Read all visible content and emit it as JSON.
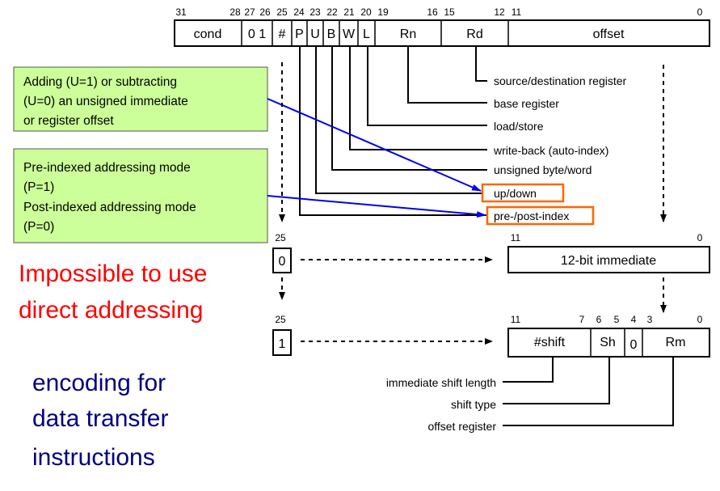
{
  "instruction_word": {
    "fields": [
      {
        "label": "cond"
      },
      {
        "label": "0 1"
      },
      {
        "label": "#"
      },
      {
        "label": "P"
      },
      {
        "label": "U"
      },
      {
        "label": "B"
      },
      {
        "label": "W"
      },
      {
        "label": "L"
      },
      {
        "label": "Rn"
      },
      {
        "label": "Rd"
      },
      {
        "label": "offset"
      }
    ],
    "bit_numbers": [
      "31",
      "28",
      "27",
      "26",
      "25",
      "24",
      "23",
      "22",
      "21",
      "20",
      "19",
      "16",
      "15",
      "12",
      "11",
      "0"
    ]
  },
  "field_descriptions": [
    "source/destination register",
    "base register",
    "load/store",
    "write-back (auto-index)",
    "unsigned byte/word",
    "up/down",
    "pre-/post-index"
  ],
  "notes": {
    "up_down_lines": [
      "Adding (U=1) or subtracting",
      "(U=0) an unsigned immediate",
      "or register offset"
    ],
    "pre_post_lines": [
      "Pre-indexed addressing mode",
      "(P=1)",
      "Post-indexed addressing mode",
      "(P=0)"
    ]
  },
  "immediate_form": {
    "hash_bit_label": "25",
    "hash_value": "0",
    "field_label": "12-bit immediate",
    "bit_high": "11",
    "bit_low": "0"
  },
  "register_form": {
    "hash_bit_label": "25",
    "hash_value": "1",
    "fields": [
      {
        "label": "#shift"
      },
      {
        "label": "Sh"
      },
      {
        "label": "0"
      },
      {
        "label": "Rm"
      }
    ],
    "bit_numbers": [
      "11",
      "7",
      "6",
      "5",
      "4",
      "3",
      "0"
    ],
    "descriptions": [
      "immediate shift length",
      "shift type",
      "offset register"
    ]
  },
  "headline": {
    "red_lines": [
      "Impossible to use",
      "direct addressing"
    ],
    "blue_lines": [
      "encoding for",
      "data transfer",
      "instructions"
    ]
  },
  "colors": {
    "note_fill": "#ccff99",
    "highlight_box": "#ff6600",
    "arrow_blue": "#0000ee",
    "headline_red": "#ff0000",
    "headline_blue": "#000080"
  }
}
